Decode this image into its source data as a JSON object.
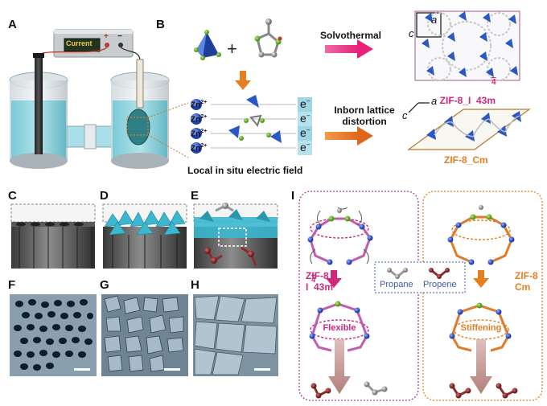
{
  "panels": {
    "A": "A",
    "B": "B",
    "C": "C",
    "D": "D",
    "E": "E",
    "F": "F",
    "G": "G",
    "H": "H",
    "I": "I"
  },
  "panel_a": {
    "display_label": "Current",
    "plus": "+",
    "minus": "−"
  },
  "panel_b": {
    "plus_sign": "+",
    "zn_label": "Zn",
    "zn_charge": "2+",
    "electron": "e",
    "electron_charge": "−",
    "field_caption": "Local in situ electric field",
    "route1": "Solvothermal",
    "route2_line1": "Inborn lattice",
    "route2_line2": "distortion",
    "zif_cubic": "ZIF-8_I  43m",
    "zif_cubic_bar": "4",
    "zif_mono": "ZIF-8_Cm",
    "axis_a": "a",
    "axis_c": "c"
  },
  "panel_i": {
    "left_title_line1": "ZIF-8",
    "left_title_line2": "I  43m",
    "left_bar": "4",
    "left_state": "Flexible",
    "right_title_line1": "ZIF-8",
    "right_title_line2": "Cm",
    "right_state": "Stiffening",
    "legend_propane": "Propane",
    "legend_propene": "Propene"
  },
  "colors": {
    "pink": "#d0267e",
    "orange": "#e67e22",
    "blue_legend": "#3a5aa8",
    "tetra_blue": "#2a57c4",
    "cyan": "#3bb7cf",
    "dark_red": "#8b2d2d"
  }
}
